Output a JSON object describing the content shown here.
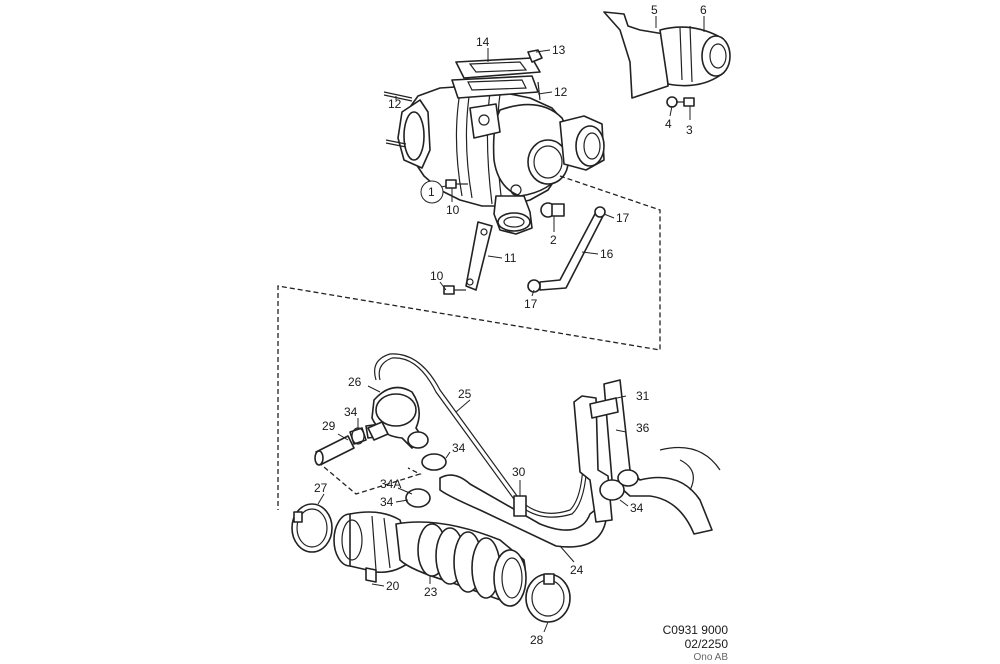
{
  "diagram": {
    "callouts": {
      "p1": "1",
      "p2": "2",
      "p3": "3",
      "p4": "4",
      "p5": "5",
      "p6": "6",
      "p10a": "10",
      "p10b": "10",
      "p11": "11",
      "p12a": "12",
      "p12b": "12",
      "p13": "13",
      "p14": "14",
      "p16": "16",
      "p17a": "17",
      "p17b": "17",
      "p20": "20",
      "p23": "23",
      "p24": "24",
      "p25": "25",
      "p26": "26",
      "p27": "27",
      "p28": "28",
      "p29": "29",
      "p30": "30",
      "p31": "31",
      "p34a": "34",
      "p34b": "34",
      "p34c": "34",
      "p34d": "34",
      "p34A": "34A",
      "p36": "36"
    },
    "footer": {
      "code": "C0931 9000",
      "date": "02/2250",
      "owner": "Ono AB"
    }
  }
}
